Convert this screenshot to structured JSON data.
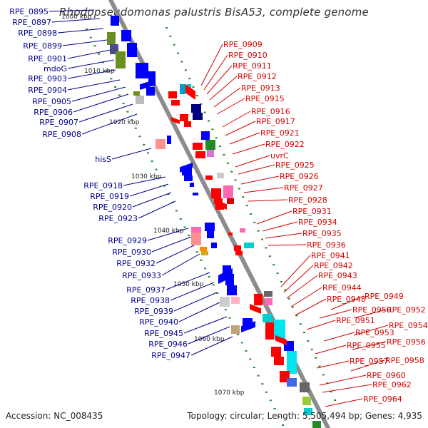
{
  "title": "Rhodopseudomonas palustris BisA53, complete genome",
  "footer": {
    "accession": "Accession: NC_008435",
    "stats": "Topology: circular; Length: 5,505,494 bp; Genes: 4,935"
  },
  "colors": {
    "backbone": "#8c8c8c",
    "left_label": "#00008b",
    "right_label": "#d40000",
    "tick": "#228b22",
    "forward_gene": "#0000ff",
    "reverse_gene": "#ff0000"
  },
  "scale_ticks": [
    "1000 kbp",
    "1010 kbp",
    "1020 kbp",
    "1030 kbp",
    "1040 kbp",
    "1050 kbp",
    "1060 kbp",
    "1070 kbp"
  ],
  "left_labels": [
    "RPE_0895",
    "RPE_0897",
    "RPE_0898",
    "RPE_0899",
    "RPE_0901",
    "mdoG",
    "RPE_0903",
    "RPE_0904",
    "RPE_0905",
    "RPE_0906",
    "RPE_0907",
    "RPE_0908",
    "hisS",
    "RPE_0918",
    "RPE_0919",
    "RPE_0920",
    "RPE_0923",
    "RPE_0929",
    "RPE_0930",
    "RPE_0932",
    "RPE_0933",
    "RPE_0937",
    "RPE_0938",
    "RPE_0939",
    "RPE_0940",
    "RPE_0945",
    "RPE_0946",
    "RPE_0947"
  ],
  "right_labels": [
    "RPE_0909",
    "RPE_0910",
    "RPE_0911",
    "RPE_0912",
    "RPE_0913",
    "RPE_0915",
    "RPE_0916",
    "RPE_0917",
    "RPE_0921",
    "RPE_0922",
    "uvrC",
    "RPE_0925",
    "RPE_0926",
    "RPE_0927",
    "RPE_0928",
    "RPE_0931",
    "RPE_0934",
    "RPE_0935",
    "RPE_0936",
    "RPE_0941",
    "RPE_0942",
    "RPE_0943",
    "RPE_0944",
    "RPE_0948",
    "RPE_0949",
    "RPE_0950",
    "RPE_0952",
    "RPE_0951",
    "RPE_0954",
    "RPE_0953",
    "RPE_0956",
    "RPE_0955",
    "RPE_0957",
    "RPE_0958",
    "RPE_0960",
    "RPE_0962",
    "RPE_0964"
  ]
}
